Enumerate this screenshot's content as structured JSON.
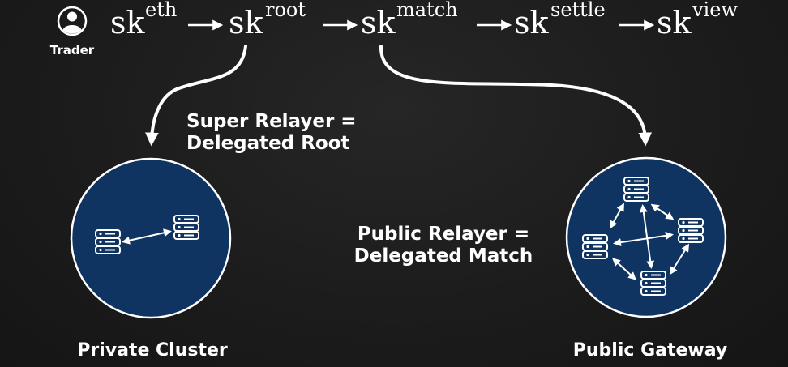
{
  "trader": {
    "label": "Trader",
    "icon": "user-circle-icon"
  },
  "key_chain": [
    {
      "base": "sk",
      "sup": "eth"
    },
    {
      "base": "sk",
      "sup": "root"
    },
    {
      "base": "sk",
      "sup": "match"
    },
    {
      "base": "sk",
      "sup": "settle"
    },
    {
      "base": "sk",
      "sup": "view"
    }
  ],
  "annotations": {
    "super_relayer": [
      "Super Relayer =",
      "Delegated Root"
    ],
    "public_relayer": [
      "Public Relayer =",
      "Delegated Match"
    ]
  },
  "clusters": {
    "private": {
      "label": "Private Cluster"
    },
    "public": {
      "label": "Public Gateway"
    }
  },
  "colors": {
    "background": "#1c1c1c",
    "circle_fill": "#0f3461",
    "stroke": "#ffffff"
  }
}
